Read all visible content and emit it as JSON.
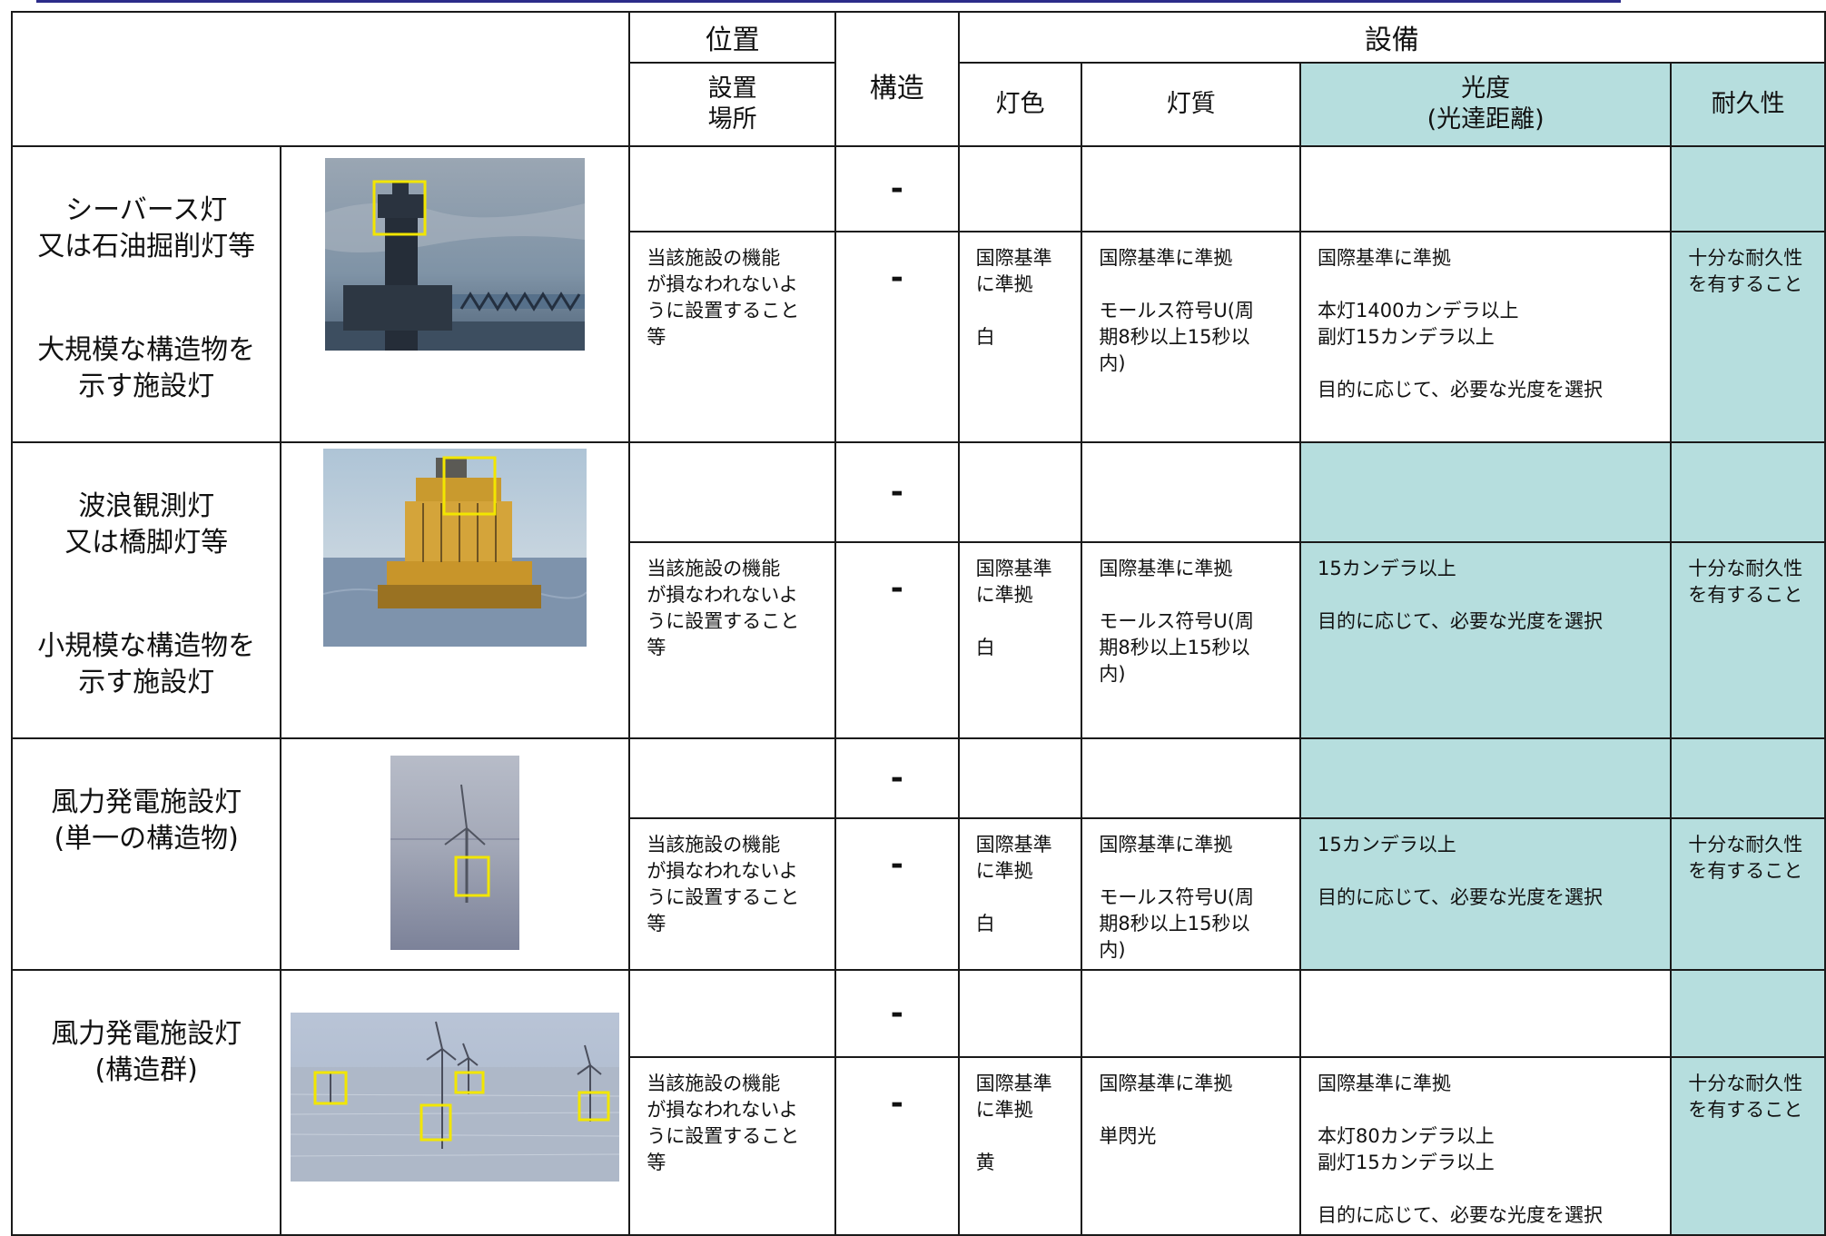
{
  "header": {
    "position_group": "位置",
    "position_sub": "設置\n場所",
    "structure": "構造",
    "equipment_group": "設備",
    "light_color": "灯色",
    "light_character": "灯質",
    "luminous_intensity": "光度\n(光達距離)",
    "durability": "耐久性"
  },
  "rows": [
    {
      "name_primary": "シーバース灯\n又は石油掘削灯等",
      "name_secondary": "大規模な構造物を\n示す施設灯",
      "photo_icon": "oil-platform-photo",
      "top_structure": "-",
      "location": "当該施設の機能\nが損なわれないよ\nうに設置すること\n等",
      "structure": "-",
      "color": "国際基準\nに準拠\n\n白",
      "character": "国際基準に準拠\n\nモールス符号U(周\n期8秒以上15秒以\n内)",
      "intensity": "国際基準に準拠\n\n本灯1400カンデラ以上\n副灯15カンデラ以上\n\n目的に応じて、必要な光度を選択",
      "durability": "十分な耐久性\nを有すること"
    },
    {
      "name_primary": "波浪観測灯\n又は橋脚灯等",
      "name_secondary": "小規模な構造物を\n示す施設灯",
      "photo_icon": "wave-observation-platform-photo",
      "top_structure": "-",
      "location": "当該施設の機能\nが損なわれないよ\nうに設置すること\n等",
      "structure": "-",
      "color": "国際基準\nに準拠\n\n白",
      "character": "国際基準に準拠\n\nモールス符号U(周\n期8秒以上15秒以\n内)",
      "intensity": "15カンデラ以上\n\n目的に応じて、必要な光度を選択",
      "durability": "十分な耐久性\nを有すること"
    },
    {
      "name_primary": "風力発電施設灯\n(単一の構造物)",
      "name_secondary": "",
      "photo_icon": "single-wind-turbine-photo",
      "top_structure": "-",
      "location": "当該施設の機能\nが損なわれないよ\nうに設置すること\n等",
      "structure": "-",
      "color": "国際基準\nに準拠\n\n白",
      "character": "国際基準に準拠\n\nモールス符号U(周\n期8秒以上15秒以\n内)",
      "intensity": "15カンデラ以上\n\n目的に応じて、必要な光度を選択",
      "durability": "十分な耐久性\nを有すること"
    },
    {
      "name_primary": "風力発電施設灯\n(構造群)",
      "name_secondary": "",
      "photo_icon": "wind-farm-photo",
      "top_structure": "-",
      "location": "当該施設の機能\nが損なわれないよ\nうに設置すること\n等",
      "structure": "-",
      "color": "国際基準\nに準拠\n\n黄",
      "character": "国際基準に準拠\n\n単閃光",
      "intensity": "国際基準に準拠\n\n本灯80カンデラ以上\n副灯15カンデラ以上\n\n目的に応じて、必要な光度を選択",
      "durability": "十分な耐久性\nを有すること"
    }
  ],
  "colors": {
    "teal_fill": "#b6dede",
    "highlight_box": "#f2e600",
    "border": "#1a1a1a"
  }
}
